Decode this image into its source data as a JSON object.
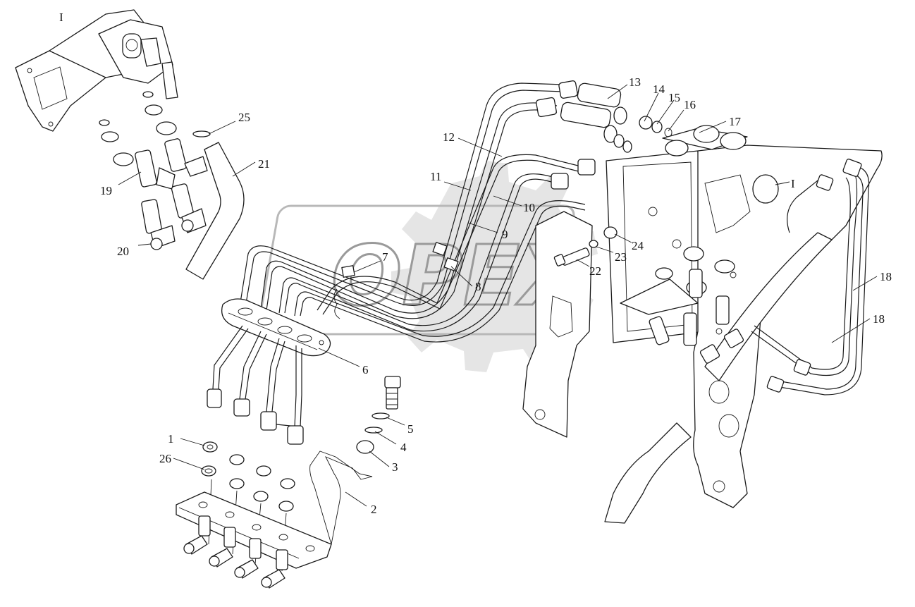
{
  "watermark": {
    "text": "OPEX"
  },
  "view_marks": {
    "top_left": "I",
    "right": "I"
  },
  "callouts": [
    {
      "id": "c1",
      "label": "1"
    },
    {
      "id": "c2",
      "label": "2"
    },
    {
      "id": "c3",
      "label": "3"
    },
    {
      "id": "c4",
      "label": "4"
    },
    {
      "id": "c5",
      "label": "5"
    },
    {
      "id": "c6",
      "label": "6"
    },
    {
      "id": "c7",
      "label": "7"
    },
    {
      "id": "c8",
      "label": "8"
    },
    {
      "id": "c9",
      "label": "9"
    },
    {
      "id": "c10",
      "label": "10"
    },
    {
      "id": "c11",
      "label": "11"
    },
    {
      "id": "c12",
      "label": "12"
    },
    {
      "id": "c13",
      "label": "13"
    },
    {
      "id": "c14",
      "label": "14"
    },
    {
      "id": "c15",
      "label": "15"
    },
    {
      "id": "c16",
      "label": "16"
    },
    {
      "id": "c17",
      "label": "17"
    },
    {
      "id": "c18a",
      "label": "18"
    },
    {
      "id": "c18b",
      "label": "18"
    },
    {
      "id": "c19",
      "label": "19"
    },
    {
      "id": "c20",
      "label": "20"
    },
    {
      "id": "c21",
      "label": "21"
    },
    {
      "id": "c22",
      "label": "22"
    },
    {
      "id": "c23",
      "label": "23"
    },
    {
      "id": "c24",
      "label": "24"
    },
    {
      "id": "c25",
      "label": "25"
    },
    {
      "id": "c26",
      "label": "26"
    }
  ]
}
